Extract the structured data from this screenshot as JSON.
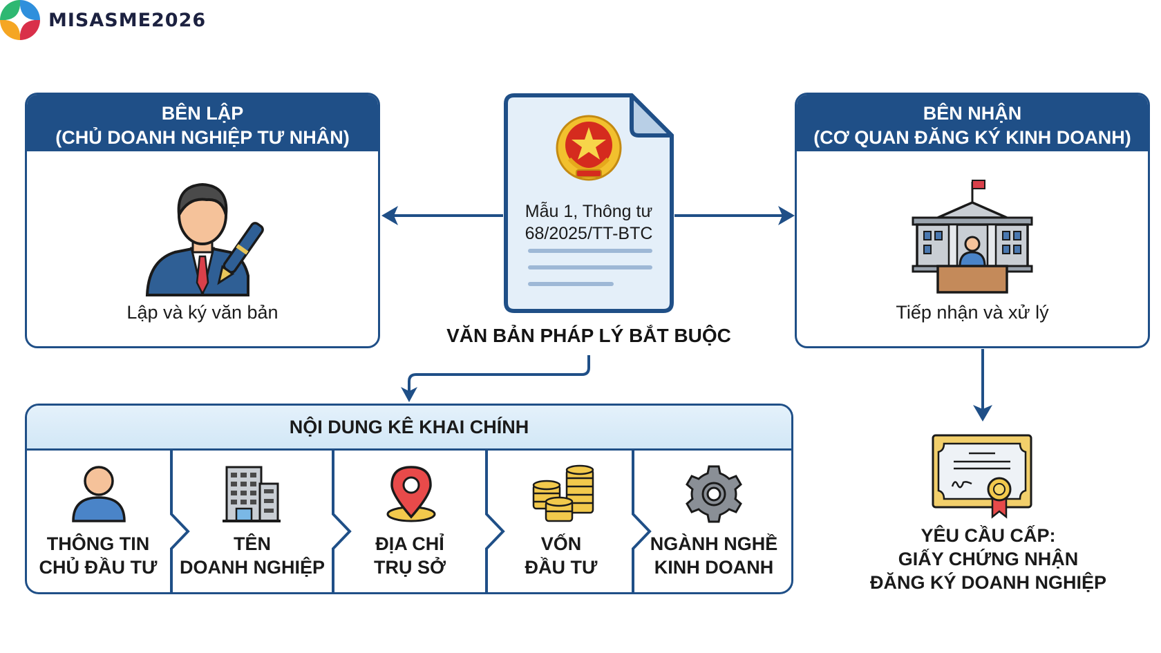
{
  "logo": {
    "text": "MISASME2026"
  },
  "colors": {
    "primary": "#1f4f87",
    "panel_header": "#d8ebf8",
    "doc_fill": "#e3eef9"
  },
  "sender": {
    "title_line1": "BÊN LẬP",
    "title_line2": "(CHỦ DOANH NGHIỆP TƯ NHÂN)",
    "caption": "Lập và ký văn bản",
    "icon": "businessman-signing-icon"
  },
  "document": {
    "emblem": "vietnam-national-emblem-icon",
    "line1": "Mẫu 1, Thông tư",
    "line2": "68/2025/TT-BTC",
    "caption": "VĂN BẢN PHÁP LÝ BẮT BUỘC"
  },
  "receiver": {
    "title_line1": "BÊN NHẬN",
    "title_line2": "(CƠ QUAN ĐĂNG KÝ KINH DOANH)",
    "caption": "Tiếp nhận và xử lý",
    "icon": "government-office-icon"
  },
  "content_panel": {
    "title": "NỘI DUNG KÊ KHAI CHÍNH",
    "items": [
      {
        "line1": "THÔNG TIN",
        "line2": "CHỦ ĐẦU TƯ",
        "icon": "person-icon"
      },
      {
        "line1": "TÊN",
        "line2": "DOANH NGHIỆP",
        "icon": "building-icon"
      },
      {
        "line1": "ĐỊA CHỈ",
        "line2": "TRỤ SỞ",
        "icon": "location-pin-icon"
      },
      {
        "line1": "VỐN",
        "line2": "ĐẦU TƯ",
        "icon": "coins-icon"
      },
      {
        "line1": "NGÀNH NGHỀ",
        "line2": "KINH DOANH",
        "icon": "gear-icon"
      }
    ]
  },
  "result": {
    "line1": "YÊU CẦU CẤP:",
    "line2": "GIẤY CHỨNG NHẬN",
    "line3": "ĐĂNG KÝ DOANH NGHIỆP",
    "icon": "certificate-icon"
  }
}
